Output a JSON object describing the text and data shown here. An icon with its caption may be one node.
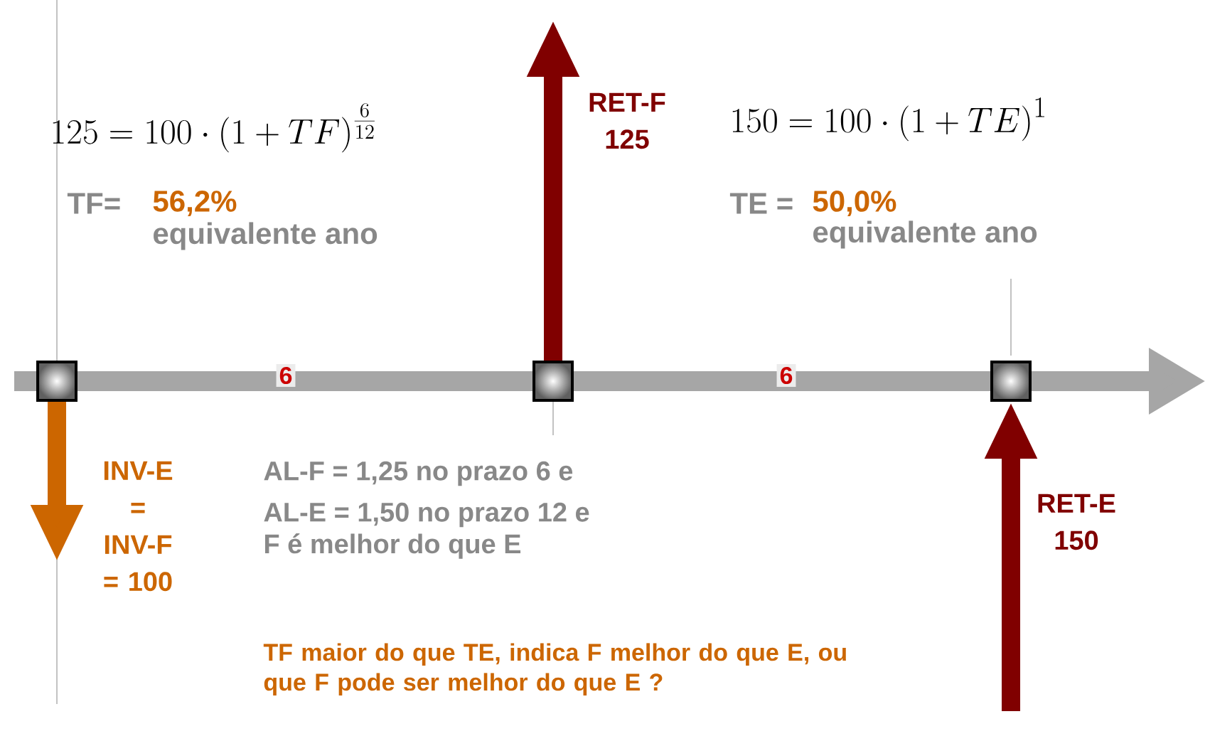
{
  "diagram": {
    "nodes": [
      {
        "text": [],
        "shape": "box"
      },
      {
        "text": [],
        "shape": "box"
      },
      {
        "text": [],
        "shape": "box"
      }
    ],
    "edges": [
      {
        "from": 0,
        "to": 1,
        "arrow": "none",
        "label": "6",
        "color": "#a6a6a6"
      },
      {
        "from": 1,
        "to": 2,
        "arrow": "none",
        "label": "6",
        "color": "#a6a6a6"
      },
      {
        "from": 2,
        "to": null,
        "arrow": "to",
        "color": "#a6a6a6"
      },
      {
        "from": 0,
        "to": null,
        "arrow": "to",
        "label": "INV-E = INV-F = 100",
        "color": "#cc6600"
      },
      {
        "from": 1,
        "to": null,
        "arrow": "to",
        "label": "RET-F 125",
        "color": "#800000"
      },
      {
        "from": null,
        "to": 2,
        "arrow": "to",
        "label": "RET-E 150",
        "color": "#800000"
      }
    ],
    "labels": [
      "125=100\\cdot\\left(1+TF\\right)^{\\frac{6}{12}}",
      "TF=",
      "56,2%",
      "equivalente ano",
      "150=100\\cdot\\left(1+TE\\right)^{1}",
      "TE =",
      "50,0%",
      "equivalente ano",
      "AL-F = 1,25 no prazo 6 e",
      "AL-E = 1,50 no prazo 12 e",
      "F é melhor do que E",
      "TF maior do que TE, indica F melhor do que E, ou que F pode ser melhor do que E ?"
    ]
  }
}
